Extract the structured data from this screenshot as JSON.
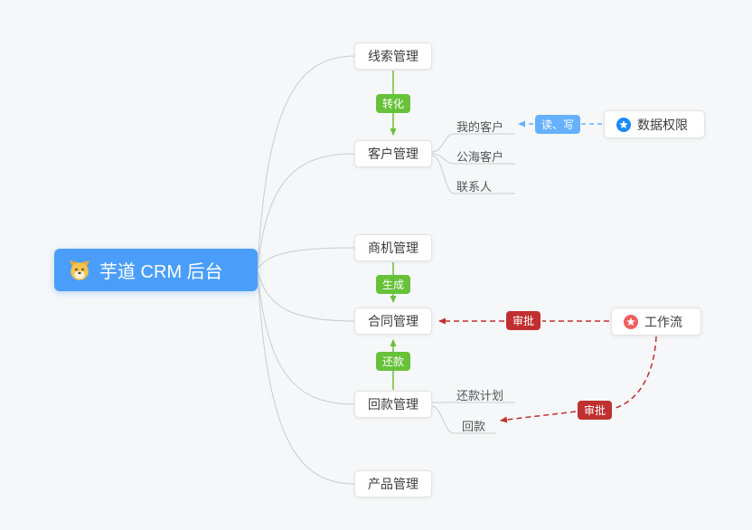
{
  "root": {
    "label": "芋道 CRM 后台"
  },
  "modules": [
    {
      "label": "线索管理"
    },
    {
      "label": "客户管理"
    },
    {
      "label": "商机管理"
    },
    {
      "label": "合同管理"
    },
    {
      "label": "回款管理"
    },
    {
      "label": "产品管理"
    }
  ],
  "badges": {
    "convert": "转化",
    "generate": "生成",
    "repay": "还款",
    "read_write": "读、写",
    "approve_contract": "审批",
    "approve_receivable": "审批"
  },
  "customer_children": [
    {
      "label": "我的客户"
    },
    {
      "label": "公海客户"
    },
    {
      "label": "联系人"
    }
  ],
  "receivable_children": [
    {
      "label": "还款计划"
    },
    {
      "label": "回款"
    }
  ],
  "side_nodes": {
    "data_permission": "数据权限",
    "workflow": "工作流"
  },
  "colors": {
    "background": "#f6f7f8",
    "root_blue": "#4a9ef9",
    "green": "#67c23a",
    "light_blue": "#66b1ff",
    "red": "#c03030",
    "icon_blue": "#1989fa",
    "icon_red": "#f05e5e",
    "branch_gray": "#cccccc"
  }
}
